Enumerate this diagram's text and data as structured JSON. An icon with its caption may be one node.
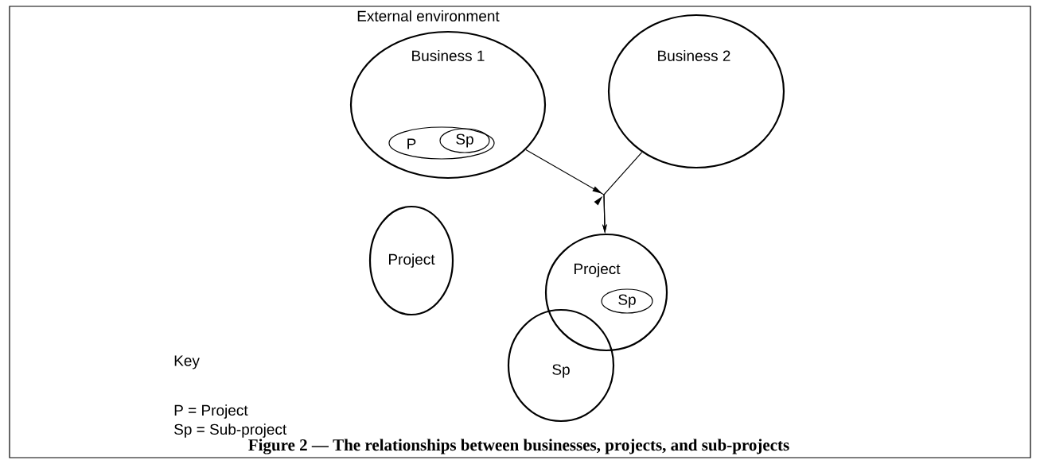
{
  "diagram": {
    "caption": "Figure 2 — The relationships between businesses, projects, and sub-projects",
    "nodes": [
      {
        "text": [
          "Business 1"
        ]
      },
      {
        "text": [
          "P"
        ],
        "in": 0
      },
      {
        "text": [
          "Sp"
        ],
        "in": 1
      },
      {
        "text": [
          "Business 2"
        ]
      },
      {
        "text": [
          "Project"
        ]
      },
      {
        "text": [
          "Project"
        ]
      },
      {
        "text": [
          "Sp"
        ],
        "in": 5
      },
      {
        "text": [
          "Sp"
        ]
      }
    ],
    "edges": [
      {
        "from": 0,
        "to": 5,
        "arrow": "to"
      },
      {
        "from": 3,
        "to": 5,
        "arrow": "to"
      }
    ],
    "labels": [
      "External environment",
      "Key",
      "P = Project",
      "Sp = Sub-project"
    ]
  }
}
